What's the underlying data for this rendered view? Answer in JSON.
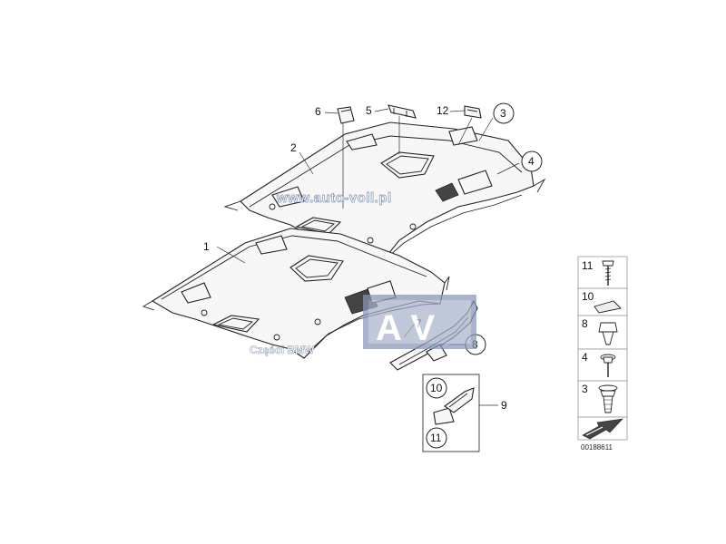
{
  "callouts": {
    "c1": "1",
    "c2": "2",
    "c3": "3",
    "c4": "4",
    "c5": "5",
    "c6": "6",
    "c7": "7",
    "c8": "8",
    "c9": "9",
    "c10": "10",
    "c11": "11",
    "c12": "12"
  },
  "legend": {
    "items": [
      {
        "number": "11",
        "icon": "screw-icon"
      },
      {
        "number": "10",
        "icon": "pad-icon"
      },
      {
        "number": "8",
        "icon": "clip-icon"
      },
      {
        "number": "4",
        "icon": "washer-screw-icon"
      },
      {
        "number": "3",
        "icon": "expanding-rivet-icon"
      }
    ]
  },
  "diagram_code": "00188611",
  "watermark": {
    "url": "www.auto-voll.pl",
    "brand": "Części BMW",
    "logo_letters": "A V"
  }
}
